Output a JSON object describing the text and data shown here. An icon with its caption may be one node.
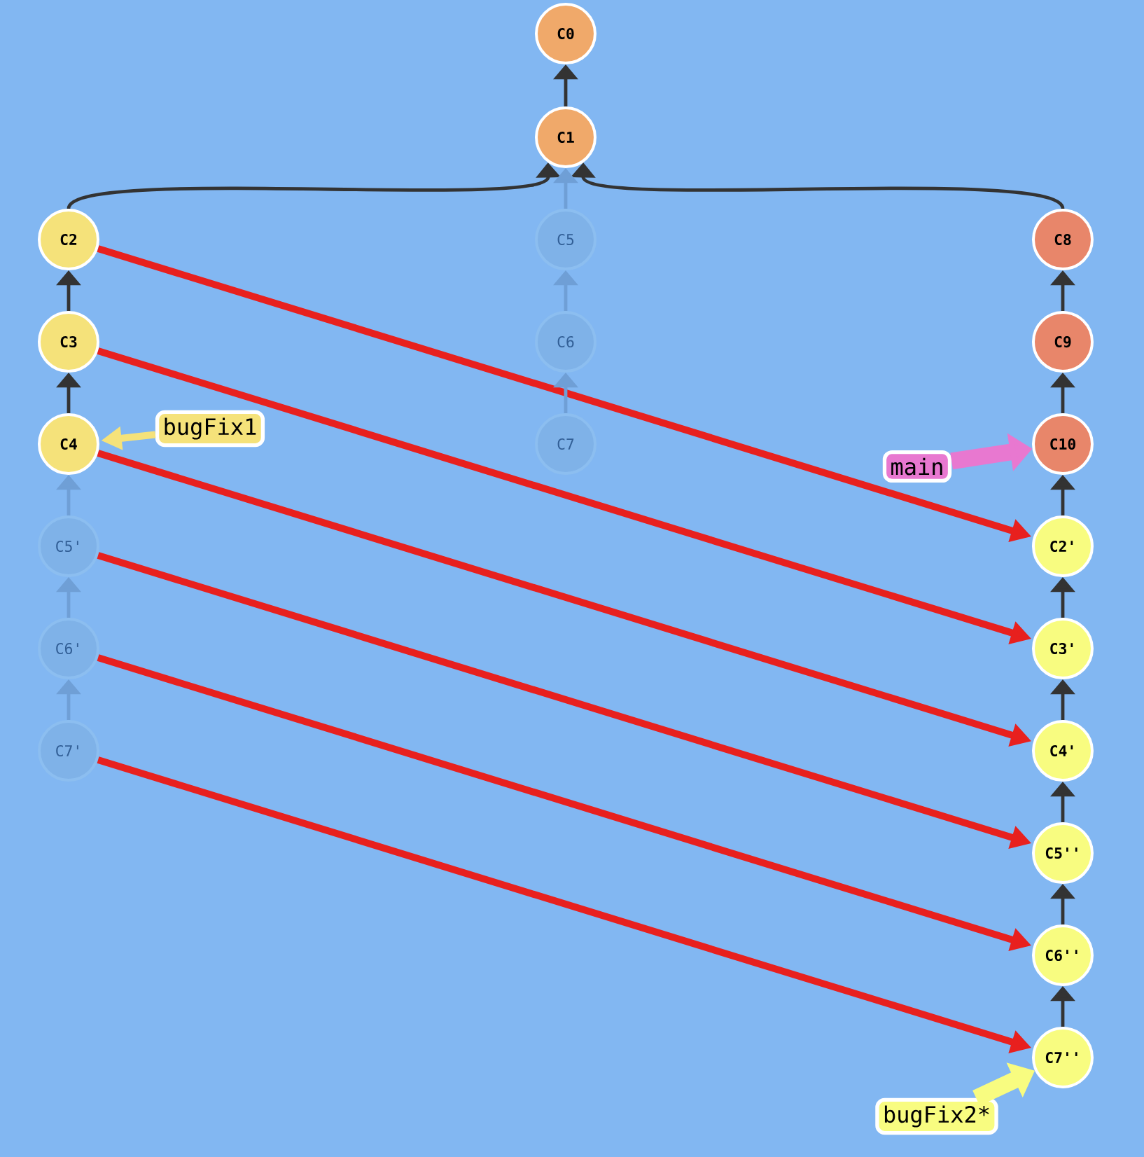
{
  "diagram": {
    "nodes": [
      {
        "text": [
          "C0"
        ]
      },
      {
        "text": [
          "C1"
        ]
      },
      {
        "text": [
          "C2"
        ]
      },
      {
        "text": [
          "C3"
        ]
      },
      {
        "text": [
          "C4"
        ]
      },
      {
        "text": [
          "C5"
        ]
      },
      {
        "text": [
          "C6"
        ]
      },
      {
        "text": [
          "C7"
        ]
      },
      {
        "text": [
          "C5'"
        ]
      },
      {
        "text": [
          "C6'"
        ]
      },
      {
        "text": [
          "C7'"
        ]
      },
      {
        "text": [
          "C8"
        ]
      },
      {
        "text": [
          "C9"
        ]
      },
      {
        "text": [
          "C10"
        ]
      },
      {
        "text": [
          "C2'"
        ]
      },
      {
        "text": [
          "C3'"
        ]
      },
      {
        "text": [
          "C4'"
        ]
      },
      {
        "text": [
          "C5''"
        ]
      },
      {
        "text": [
          "C6''"
        ]
      },
      {
        "text": [
          "C7''"
        ]
      },
      {
        "text": [
          "bugFix1"
        ]
      },
      {
        "text": [
          "main"
        ]
      },
      {
        "text": [
          "bugFix2*"
        ]
      }
    ],
    "edges": [
      {
        "from": 1,
        "to": 0,
        "arrow": "to"
      },
      {
        "from": 2,
        "to": 1,
        "arrow": "to"
      },
      {
        "from": 11,
        "to": 1,
        "arrow": "to"
      },
      {
        "from": 5,
        "to": 1,
        "arrow": "to",
        "color": "#6f9fd6"
      },
      {
        "from": 3,
        "to": 2,
        "arrow": "to"
      },
      {
        "from": 4,
        "to": 3,
        "arrow": "to"
      },
      {
        "from": 6,
        "to": 5,
        "arrow": "to",
        "color": "#6f9fd6"
      },
      {
        "from": 7,
        "to": 6,
        "arrow": "to",
        "color": "#6f9fd6"
      },
      {
        "from": 8,
        "to": 4,
        "arrow": "to",
        "color": "#6f9fd6"
      },
      {
        "from": 9,
        "to": 8,
        "arrow": "to",
        "color": "#6f9fd6"
      },
      {
        "from": 10,
        "to": 9,
        "arrow": "to",
        "color": "#6f9fd6"
      },
      {
        "from": 12,
        "to": 11,
        "arrow": "to"
      },
      {
        "from": 13,
        "to": 12,
        "arrow": "to"
      },
      {
        "from": 14,
        "to": 13,
        "arrow": "to"
      },
      {
        "from": 15,
        "to": 14,
        "arrow": "to"
      },
      {
        "from": 16,
        "to": 15,
        "arrow": "to"
      },
      {
        "from": 17,
        "to": 16,
        "arrow": "to"
      },
      {
        "from": 18,
        "to": 17,
        "arrow": "to"
      },
      {
        "from": 19,
        "to": 18,
        "arrow": "to"
      },
      {
        "from": 2,
        "to": 14,
        "arrow": "to",
        "style": "thick",
        "color": "#e8201e"
      },
      {
        "from": 3,
        "to": 15,
        "arrow": "to",
        "style": "thick",
        "color": "#e8201e"
      },
      {
        "from": 4,
        "to": 16,
        "arrow": "to",
        "style": "thick",
        "color": "#e8201e"
      },
      {
        "from": 8,
        "to": 17,
        "arrow": "to",
        "style": "thick",
        "color": "#e8201e"
      },
      {
        "from": 9,
        "to": 18,
        "arrow": "to",
        "style": "thick",
        "color": "#e8201e"
      },
      {
        "from": 10,
        "to": 19,
        "arrow": "to",
        "style": "thick",
        "color": "#e8201e"
      },
      {
        "from": 20,
        "to": 4,
        "arrow": "to",
        "style": "thick",
        "color": "#f5e27a"
      },
      {
        "from": 21,
        "to": 13,
        "arrow": "to",
        "style": "thick",
        "color": "#e878d0"
      },
      {
        "from": 22,
        "to": 19,
        "arrow": "to",
        "style": "thick",
        "color": "#f8fc80"
      }
    ]
  }
}
